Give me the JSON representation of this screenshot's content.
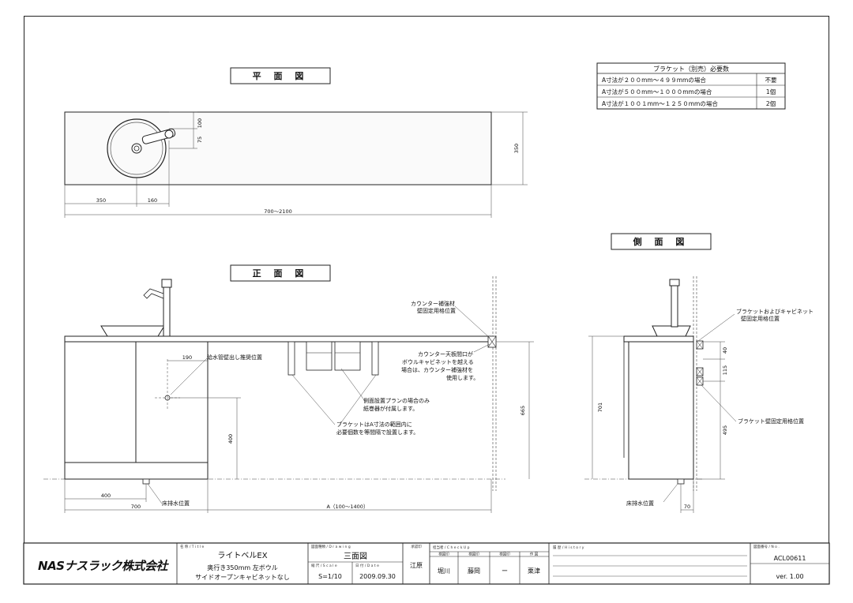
{
  "view_titles": {
    "plan": "平 面 図",
    "front": "正 面 図",
    "side": "側 面 図"
  },
  "bracket_table": {
    "title": "ブラケット（別売）必要数",
    "rows": [
      {
        "condition": "A寸法が２００mm～４９９mmの場合",
        "count": "不要"
      },
      {
        "condition": "A寸法が５００mm～１０００mmの場合",
        "count": "1個"
      },
      {
        "condition": "A寸法が１００１mm～１２５０mmの場合",
        "count": "2個"
      }
    ]
  },
  "plan_dims": {
    "d100": "100",
    "d75": "75",
    "d350_depth": "350",
    "d350_left": "350",
    "d160": "160",
    "width_range": "700～2100"
  },
  "front_notes": {
    "counter_reinforce": [
      "カウンター補強材",
      "壁固定用格位置"
    ],
    "supply_pipe": "給水管壁出し推奨位置",
    "counter_opening": [
      "カウンター天板間口が",
      "ボウルキャビネットを越える",
      "場合は、カウンター補強材を",
      "使用します。"
    ],
    "side_plan": [
      "側面設置プランの場合のみ",
      "紙巻器が付属します。"
    ],
    "bracket_note": [
      "ブラケットはA寸法の範囲内に",
      "必要個数を等間隔で設置します。"
    ],
    "floor_drain": "床排水位置"
  },
  "front_dims": {
    "d190": "190",
    "d400_h": "400",
    "d665": "665",
    "d400_w": "400",
    "d700": "700",
    "a_range": "A（100～1400）"
  },
  "side_notes": {
    "bracket_cab": [
      "ブラケットおよびキャビネット",
      "壁固定用格位置"
    ],
    "bracket_fix": "ブラケット壁固定用格位置",
    "floor_drain": "床排水位置"
  },
  "side_dims": {
    "d40": "40",
    "d115": "115",
    "d701": "701",
    "d495": "495",
    "d70": "70"
  },
  "title_block": {
    "company": "NASナスラック株式会社",
    "name_label": "名 称 / T i t l e",
    "product": "ライトベルEX",
    "desc1": "奥行き350mm  左ボウル",
    "desc2": "サイドオープンキャビネットなし",
    "drawing_label": "図面種類 / D r a w i n g",
    "drawing_type": "三面図",
    "scale_label": "縮 尺 / S c a l e",
    "scale": "S=1/10",
    "date_label": "日 付 / D a t e",
    "date": "2009.09.30",
    "approver_label": "承認印",
    "approver": "江原",
    "check_label": "担当者 / C h e c k  U p",
    "check_cols": [
      "検図印",
      "検図印",
      "検図印",
      "作 図"
    ],
    "check_names": [
      "堀川",
      "藤岡",
      "ー",
      "栗津"
    ],
    "history_label": "履 歴 / H i s t o r y",
    "no_label": "図面番号 / N o .",
    "number": "ACL00611",
    "version": "ver. 1.00"
  }
}
